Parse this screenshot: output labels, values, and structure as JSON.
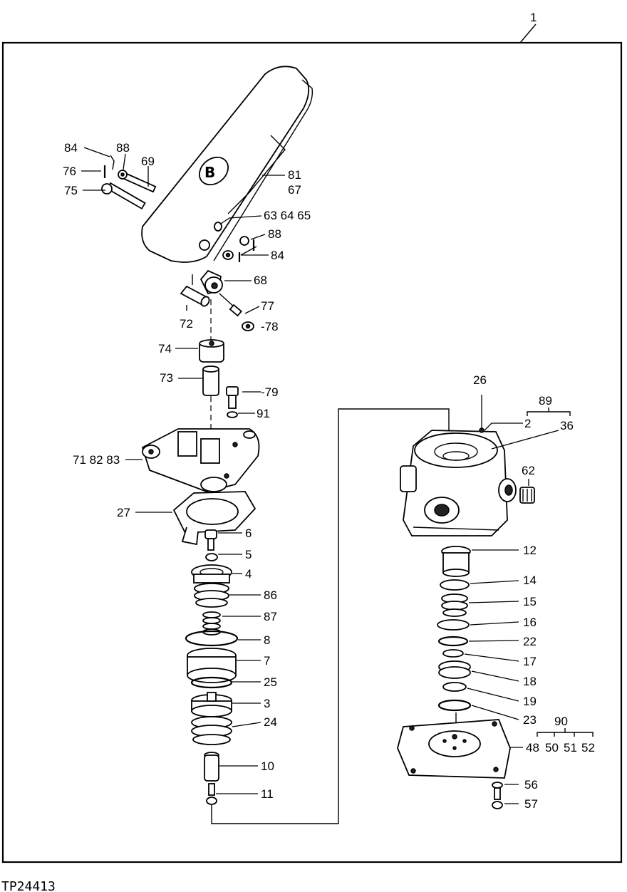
{
  "figure_id": "TP24413",
  "assembly_number": "1",
  "callouts": {
    "c84a": "84",
    "c88a": "88",
    "c69": "69",
    "c76": "76",
    "c75": "75",
    "c81": "81",
    "c67": "67",
    "c63": "63 64 65",
    "c88b": "88",
    "c84b": "84",
    "c68": "68",
    "c77": "77",
    "c72": "72",
    "c78": "-78",
    "c74": "74",
    "c73": "73",
    "c79": "-79",
    "c91": "91",
    "c71": "71 82 83",
    "c27": "27",
    "c6": "6",
    "c5": "5",
    "c4": "4",
    "c86": "86",
    "c87": "87",
    "c8": "8",
    "c7": "7",
    "c25": "25",
    "c3": "3",
    "c24": "24",
    "c10": "10",
    "c11": "11",
    "c26": "26",
    "c89": "89",
    "c2": "2",
    "c36": "36",
    "c62": "62",
    "c12": "12",
    "c14": "14",
    "c15": "15",
    "c16": "16",
    "c22": "22",
    "c17": "17",
    "c18": "18",
    "c19": "19",
    "c23": "23",
    "c90": "90",
    "c48": "48",
    "c50": "50",
    "c51": "51",
    "c52": "52",
    "c56": "56",
    "c57": "57"
  },
  "colors": {
    "ink": "#000000",
    "paper": "#ffffff"
  }
}
